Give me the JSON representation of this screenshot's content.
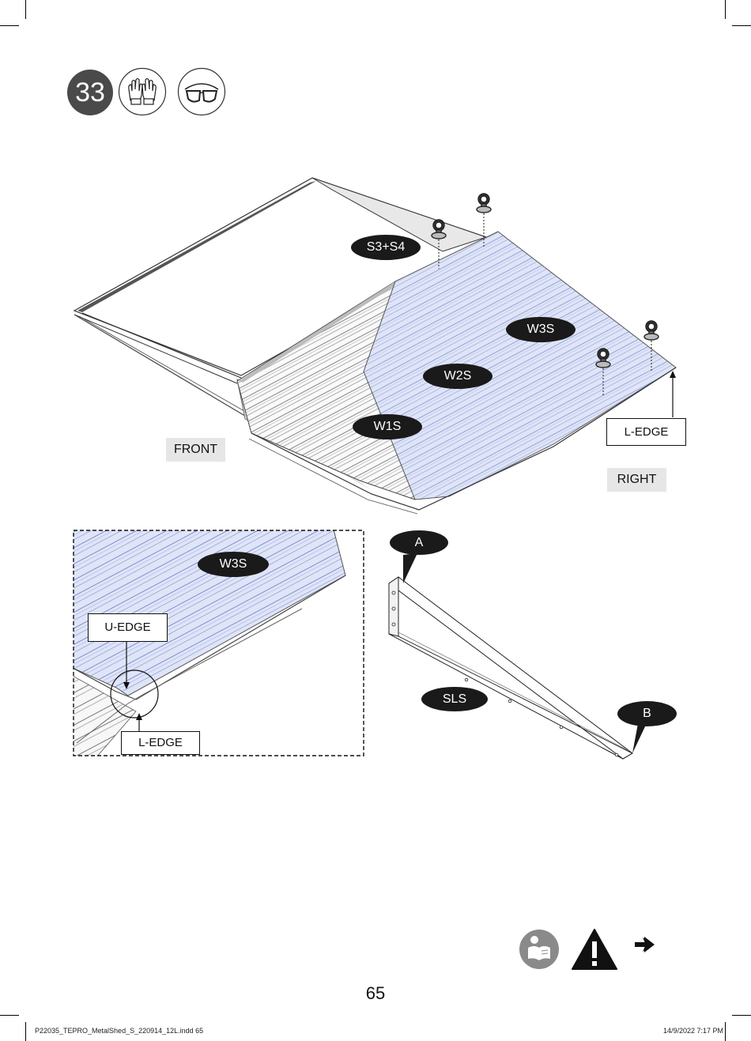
{
  "step": {
    "number": "33",
    "icons": [
      "gloves-icon",
      "safety-goggles-icon"
    ]
  },
  "main_illustration": {
    "labels": {
      "s3_s4": "S3+S4",
      "w3s": "W3S",
      "w2s": "W2S",
      "w1s": "W1S",
      "l_edge": "L-EDGE",
      "front": "FRONT",
      "right": "RIGHT"
    }
  },
  "detail_inset": {
    "labels": {
      "w3s": "W3S",
      "u_edge": "U-EDGE",
      "l_edge": "L-EDGE"
    }
  },
  "part_illustration": {
    "labels": {
      "a": "A",
      "b": "B",
      "sls": "SLS"
    }
  },
  "bottom_icons": [
    "read-manual-icon",
    "warning-icon",
    "next-arrow-icon"
  ],
  "page_number": "65",
  "footer": {
    "file": "P22035_TEPRO_MetalShed_S_220914_12L.indd   65",
    "timestamp": "14/9/2022   7:17 PM"
  }
}
